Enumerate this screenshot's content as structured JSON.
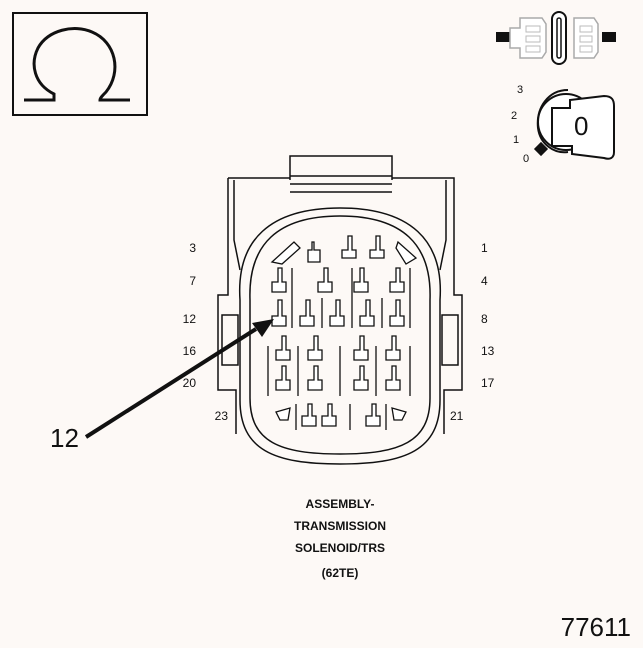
{
  "meter_icon": {
    "name": "ohm-icon"
  },
  "ignition_icon": {
    "name": "ignition-key-icon",
    "positions": [
      "3",
      "2",
      "1",
      "0"
    ],
    "current_position": "0"
  },
  "disconnect_icon": {
    "name": "connector-disconnected-icon"
  },
  "connector": {
    "pins_left": [
      "3",
      "7",
      "12",
      "16",
      "20",
      "23"
    ],
    "pins_right": [
      "1",
      "4",
      "8",
      "13",
      "17",
      "21"
    ]
  },
  "callout": {
    "label": "12"
  },
  "caption": {
    "lines": [
      "ASSEMBLY-",
      "TRANSMISSION",
      "SOLENOID/TRS",
      "(62TE)"
    ]
  },
  "figure_number": "77611",
  "colors": {
    "ink": "#111111",
    "background": "#fdf9f6"
  }
}
